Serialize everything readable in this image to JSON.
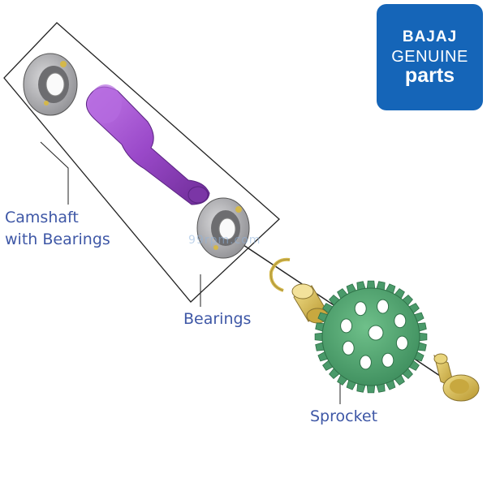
{
  "logo": {
    "brand": "BAJAJ",
    "line1": "GENUINE",
    "line2": "parts",
    "color": "#1565b8"
  },
  "labels": {
    "camshaft_line1": "Camshaft",
    "camshaft_line2": "with Bearings",
    "bearings": "Bearings",
    "sprocket": "Sprocket"
  },
  "watermark": "99rpm.com",
  "colors": {
    "label_text": "#3e57a6",
    "camshaft": "#9b4fc8",
    "sprocket": "#4a9a6a",
    "bearing": "#a9a9ab",
    "brass": "#d4b84a"
  }
}
